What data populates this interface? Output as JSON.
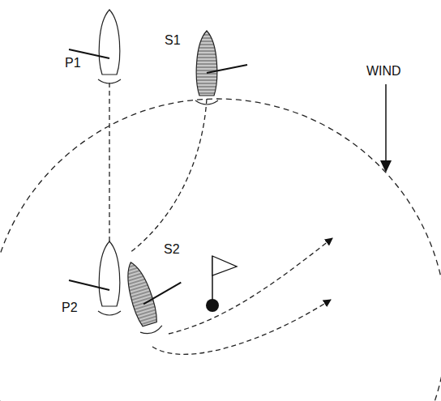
{
  "diagram": {
    "labels": [
      "P1",
      "S1",
      "WIND",
      "P2",
      "S2"
    ]
  }
}
